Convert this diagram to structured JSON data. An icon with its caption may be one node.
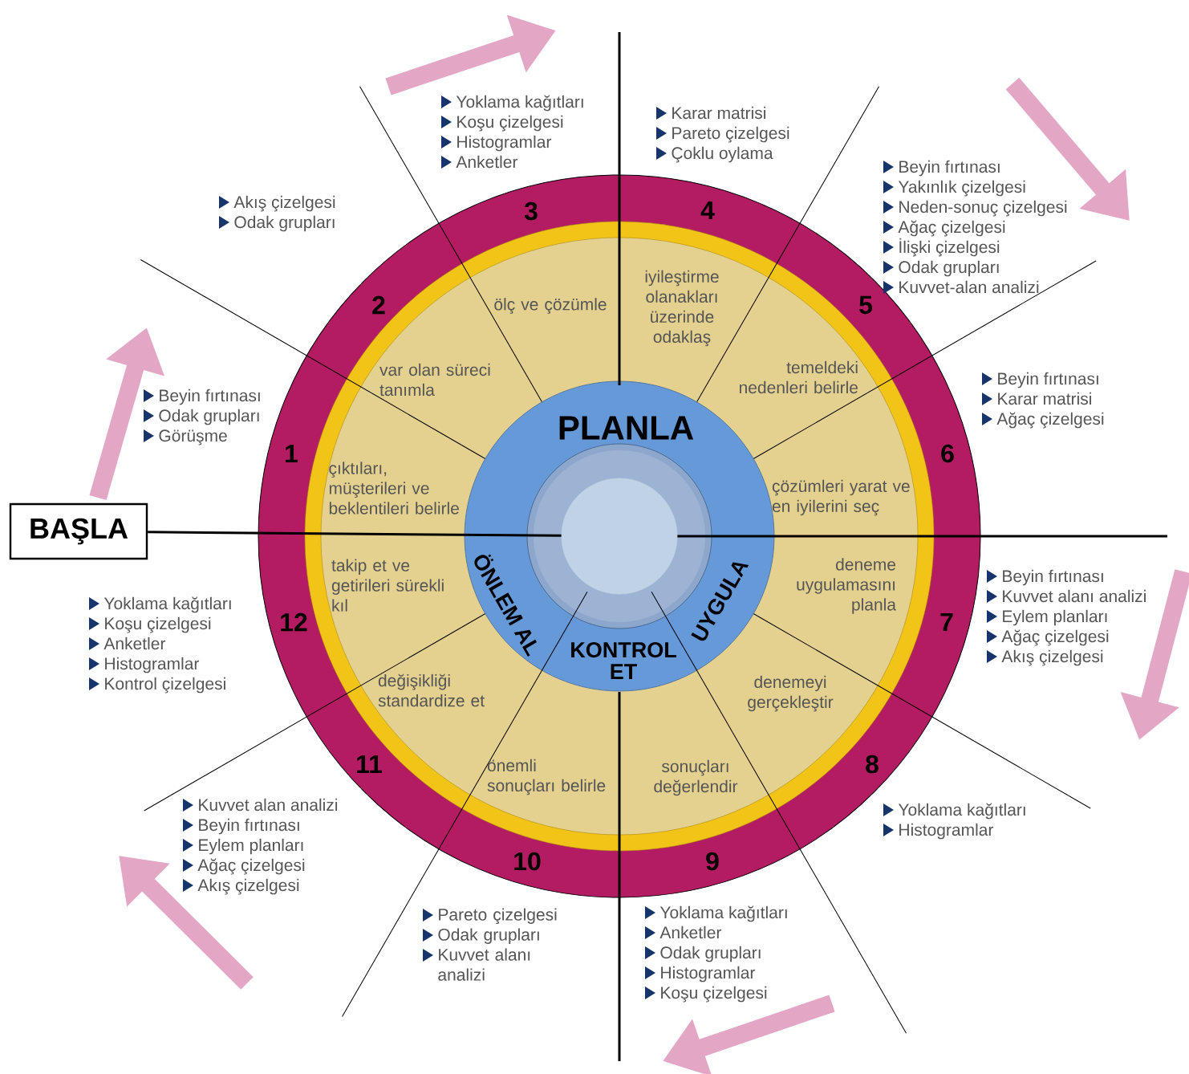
{
  "diagram": {
    "nodes": [
      {
        "text": [
          "BAŞLA"
        ]
      },
      {
        "text": [
          "çıktıları, müşterileri ve beklentileri belirle"
        ],
        "beside": [
          "Beyin fırtınası",
          "Odak grupları",
          "Görüşme"
        ]
      },
      {
        "text": [
          "var olan süreci tanımla"
        ],
        "beside": [
          "Akış çizelgesi",
          "Odak grupları"
        ]
      },
      {
        "text": [
          "ölç ve çözümle"
        ],
        "beside": [
          "Yoklama kağıtları",
          "Koşu çizelgesi",
          "Histogramlar",
          "Anketler"
        ]
      },
      {
        "text": [
          "iyileştirme olanakları üzerinde odaklaş"
        ],
        "beside": [
          "Karar matrisi",
          "Pareto çizelgesi",
          "Çoklu oylama"
        ]
      },
      {
        "text": [
          "temeldeki nedenleri belirle"
        ],
        "beside": [
          "Beyin fırtınası",
          "Yakınlık çizelgesi",
          "Neden-sonuç çizelgesi",
          "Ağaç çizelgesi",
          "İlişki çizelgesi",
          "Odak grupları",
          "Kuvvet-alan analizi"
        ]
      },
      {
        "text": [
          "çözümleri yarat ve en iyilerini seç"
        ],
        "beside": [
          "Beyin fırtınası",
          "Karar matrisi",
          "Ağaç çizelgesi"
        ]
      },
      {
        "text": [
          "deneme uygulamasını planla"
        ],
        "beside": [
          "Beyin fırtınası",
          "Kuvvet alanı analizi",
          "Eylem planları",
          "Ağaç çizelgesi",
          "Akış çizelgesi"
        ]
      },
      {
        "text": [
          "denemeyi gerçekleştir"
        ],
        "beside": [
          "Yoklama kağıtları",
          "Histogramlar"
        ]
      },
      {
        "text": [
          "sonuçları değerlendir"
        ],
        "beside": [
          "Yoklama kağıtları",
          "Anketler",
          "Odak grupları",
          "Histogramlar",
          "Koşu çizelgesi"
        ]
      },
      {
        "text": [
          "önemli sonuçları belirle"
        ],
        "beside": [
          "Pareto çizelgesi",
          "Odak grupları",
          "Kuvvet alanı analizi"
        ]
      },
      {
        "text": [
          "değişikliği standardize et"
        ],
        "beside": [
          "Kuvvet alan analizi",
          "Beyin fırtınası",
          "Eylem planları",
          "Ağaç çizelgesi",
          "Akış çizelgesi"
        ]
      },
      {
        "text": [
          "takip et ve getirileri sürekli kıl"
        ],
        "beside": [
          "Yoklama kağıtları",
          "Koşu çizelgesi",
          "Anketler",
          "Histogramlar",
          "Kontrol çizelgesi"
        ]
      },
      {
        "text": [
          "PLANLA"
        ]
      },
      {
        "text": [
          "UYGULA"
        ]
      },
      {
        "text": [
          "KONTROL ET"
        ]
      },
      {
        "text": [
          "ÖNLEM AL"
        ]
      },
      {
        "text": [],
        "shape": "circle"
      }
    ],
    "edges": [
      {
        "from": 0,
        "to": 17,
        "arrow": "none"
      }
    ],
    "labels": [
      "1",
      "2",
      "3",
      "4",
      "5",
      "6",
      "7",
      "8",
      "9",
      "10",
      "11",
      "12"
    ]
  }
}
